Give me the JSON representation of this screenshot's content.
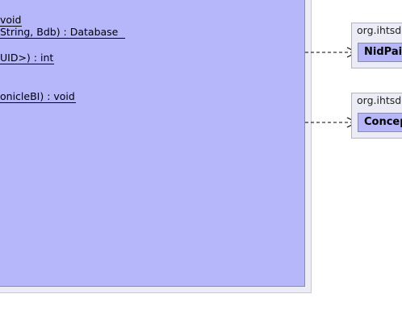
{
  "main_class": {
    "methods": [
      "void",
      " String, Bdb) : Database",
      "UID>) : int",
      "onicleBI) : void"
    ]
  },
  "references": [
    {
      "package": "org.ihtsdo",
      "name": "NidPai"
    },
    {
      "package": "org.ihtsdo",
      "name": "Concep"
    }
  ]
}
